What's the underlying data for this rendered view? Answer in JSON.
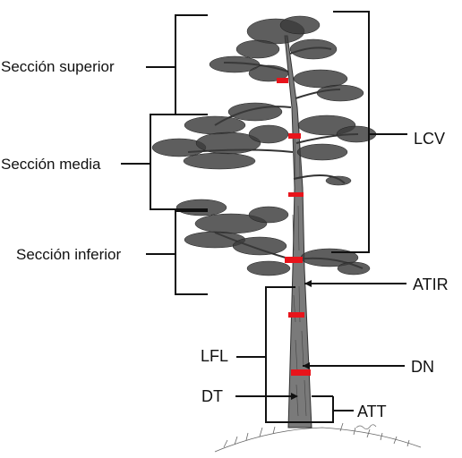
{
  "labels": {
    "upper_section": "Sección superior",
    "middle_section": "Sección media",
    "lower_section": "Sección inferior",
    "lcv": "LCV",
    "atir": "ATIR",
    "lfl": "LFL",
    "dn": "DN",
    "dt": "DT",
    "att": "ATT"
  },
  "colors": {
    "ink": "#111111",
    "marker": "#e8141b",
    "foliage": "#3a3a3a",
    "bark": "#555555"
  },
  "icons": {
    "tree": "pine-tree-illustration"
  }
}
